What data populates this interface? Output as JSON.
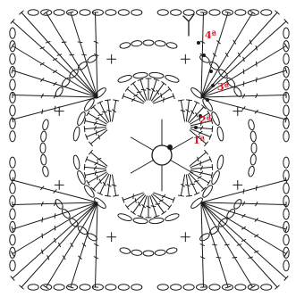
{
  "round_labels": [
    {
      "id": "round-1",
      "text": "1ª"
    },
    {
      "id": "round-2",
      "text": "2ª"
    },
    {
      "id": "round-3",
      "text": "3ª"
    },
    {
      "id": "round-4",
      "text": "4ª"
    }
  ],
  "colors": {
    "ink": "#1a1a1a",
    "round_label": "#d7192a",
    "background": "#ffffff"
  }
}
